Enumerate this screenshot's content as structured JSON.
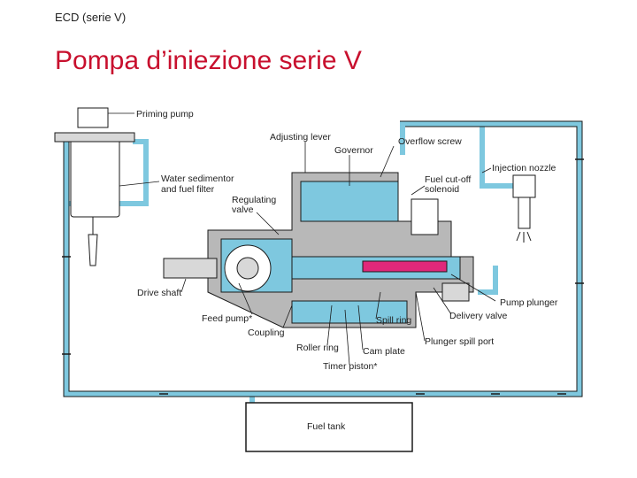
{
  "header": {
    "section": "ECD (serie V)",
    "title": "Pompa d’iniezione serie V"
  },
  "diagram": {
    "labels": {
      "priming_pump": "Priming pump",
      "adjusting_lever": "Adjusting lever",
      "governor": "Governor",
      "overflow_screw": "Overflow screw",
      "injection_nozzle": "Injection nozzle",
      "water_sedimentor": "Water sedimentor",
      "fuel_filter": "and fuel filter",
      "fuel_cutoff": "Fuel cut-off",
      "solenoid": "solenoid",
      "regulating": "Regulating",
      "valve": "valve",
      "drive_shaft": "Drive shaft",
      "feed_pump": "Feed pump*",
      "coupling": "Coupling",
      "roller_ring": "Roller ring",
      "spill_ring": "Spill ring",
      "cam_plate": "Cam plate",
      "timer_piston": "Timer piston*",
      "delivery_valve": "Delivery valve",
      "pump_plunger": "Pump plunger",
      "plunger_spill_port": "Plunger spill port",
      "fuel_tank": "Fuel tank"
    },
    "colors": {
      "fuel": "#7ec8df",
      "housing": "#b8b8b8",
      "high_pressure": "#e0287a",
      "outline": "#1a1a1a"
    }
  }
}
